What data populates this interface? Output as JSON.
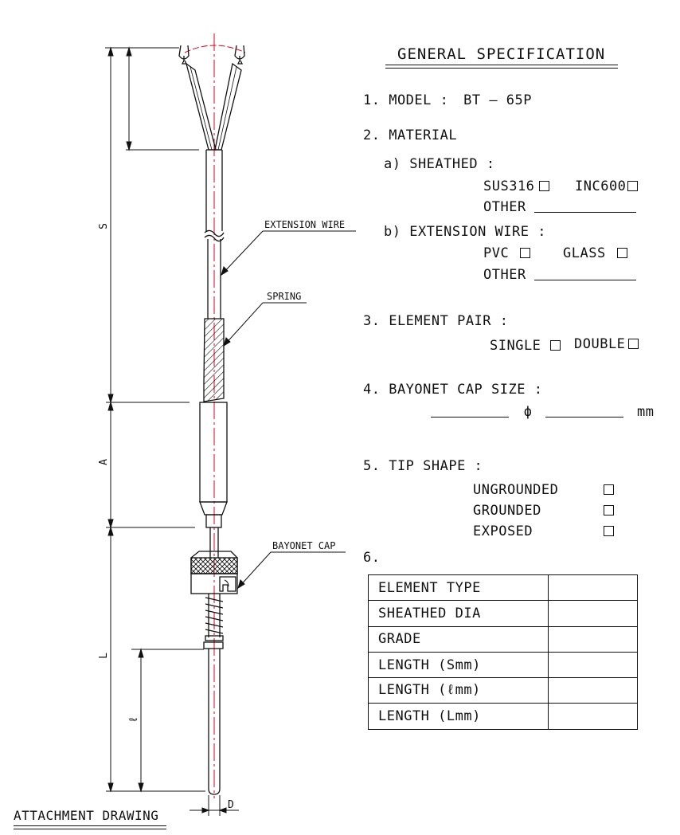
{
  "title": "GENERAL SPECIFICATION",
  "model": {
    "label": "1. MODEL :",
    "value": "BT – 65P"
  },
  "material": {
    "label": "2. MATERIAL",
    "sheathed": {
      "label": "a) SHEATHED :",
      "options": [
        "SUS316",
        "INC600"
      ],
      "other": "OTHER"
    },
    "extension_wire": {
      "label": "b) EXTENSION WIRE :",
      "options": [
        "PVC",
        "GLASS"
      ],
      "other": "OTHER"
    }
  },
  "element_pair": {
    "label": "3. ELEMENT PAIR :",
    "options": [
      "SINGLE",
      "DOUBLE"
    ]
  },
  "bayonet_cap_size": {
    "label": "4. BAYONET CAP SIZE :",
    "symbol": "ϕ",
    "unit": "mm"
  },
  "tip_shape": {
    "label": "5. TIP SHAPE :",
    "options": [
      "UNGROUNDED",
      "GROUNDED",
      "EXPOSED"
    ]
  },
  "table": {
    "label": "6.",
    "rows": [
      {
        "label": "ELEMENT TYPE",
        "value": ""
      },
      {
        "label": "SHEATHED DIA",
        "value": ""
      },
      {
        "label": "GRADE",
        "value": ""
      },
      {
        "label": "LENGTH (Smm)",
        "value": ""
      },
      {
        "label": "LENGTH (ℓmm)",
        "value": ""
      },
      {
        "label": "LENGTH (Lmm)",
        "value": ""
      }
    ]
  },
  "drawing": {
    "callouts": {
      "extension_wire": "EXTENSION WIRE",
      "spring": "SPRING",
      "bayonet_cap": "BAYONET CAP"
    },
    "dimensions": {
      "s": "S",
      "a": "A",
      "l_upper": "L",
      "l_script": "ℓ",
      "d": "D"
    }
  },
  "footer": "ATTACHMENT DRAWING",
  "colors": {
    "line": "#111111",
    "centerline": "#e0001b",
    "background": "#ffffff"
  }
}
